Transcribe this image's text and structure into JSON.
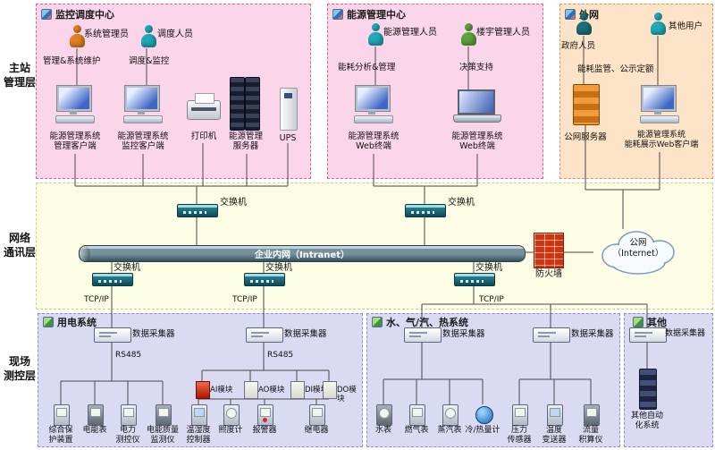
{
  "colors": {
    "zone_pink": "#fbd5e9",
    "zone_pink_border": "#d4668c",
    "zone_peach": "#fde4c9",
    "zone_peach_border": "#d0985c",
    "network_band": "#fdfce4",
    "field_zone": "#dadaf2",
    "field_zone_border": "#8e8ec4",
    "firewall_red": "#cf3410",
    "switch_teal": "#0d4955",
    "pipe_dark": "#32505c",
    "person_orange": "#e08020",
    "person_cyan": "#20a8b8",
    "person_green": "#5ea23c",
    "person_teal_dark": "#1c6e78"
  },
  "layers": {
    "management": "主站\n管理层",
    "network": "网络\n通讯层",
    "field": "现场\n测控层"
  },
  "monitor_center": {
    "title": "监控调度中心",
    "admin": "系统管理员",
    "dispatcher": "调度人员",
    "admin_role": "管理&系统维护",
    "dispatcher_role": "调度&监控",
    "client1": "能源管理系统\n管理客户端",
    "client2": "能源管理系统\n监控客户端",
    "printer": "打印机",
    "server": "能源管理\n服务器",
    "ups": "UPS"
  },
  "energy_center": {
    "title": "能源管理中心",
    "person1": "能源管理人员",
    "person2": "楼宇管理人员",
    "role1": "能耗分析&管理",
    "role2": "决策支持",
    "web1": "能源管理系统\nWeb终端",
    "web2": "能源管理系统\nWeb终端"
  },
  "extranet": {
    "title": "外网",
    "person1": "政府人员",
    "person2": "其他用户",
    "role": "能耗监管、公示定额",
    "server": "公网服务器",
    "client": "能源管理系统\n能耗展示Web客户端"
  },
  "network": {
    "switches": [
      "交换机",
      "交换机",
      "交换机",
      "交换机",
      "交换机"
    ],
    "intranet": "企业内网（Intranet）",
    "firewall": "防火墙",
    "internet": "公网\n（Internet）",
    "tcpip": [
      "TCP/IP",
      "TCP/IP",
      "TCP/IP"
    ]
  },
  "power": {
    "title": "用电系统",
    "collector1": "数据采集器",
    "collector2": "数据采集器",
    "rs485a": "RS485",
    "rs485b": "RS485",
    "modules": [
      "AI模块",
      "AO模块",
      "DI模块",
      "DO模块"
    ],
    "devices": [
      "综合保\n护装置",
      "电能表",
      "电力\n测控仪",
      "电能质量\n监测仪",
      "温湿度\n控制器",
      "照度计",
      "报警器",
      "继电器"
    ]
  },
  "water": {
    "title": "水、气/汽、热系统",
    "collector1": "数据采集器",
    "collector2": "数据采集器",
    "devices": [
      "水表",
      "燃气表",
      "蒸汽表",
      "冷/热量计",
      "压力\n传感器",
      "温度\n变送器",
      "流量\n积算仪"
    ]
  },
  "other": {
    "title": "其他",
    "collector": "数据采集器",
    "device": "其他自动\n化系统"
  }
}
